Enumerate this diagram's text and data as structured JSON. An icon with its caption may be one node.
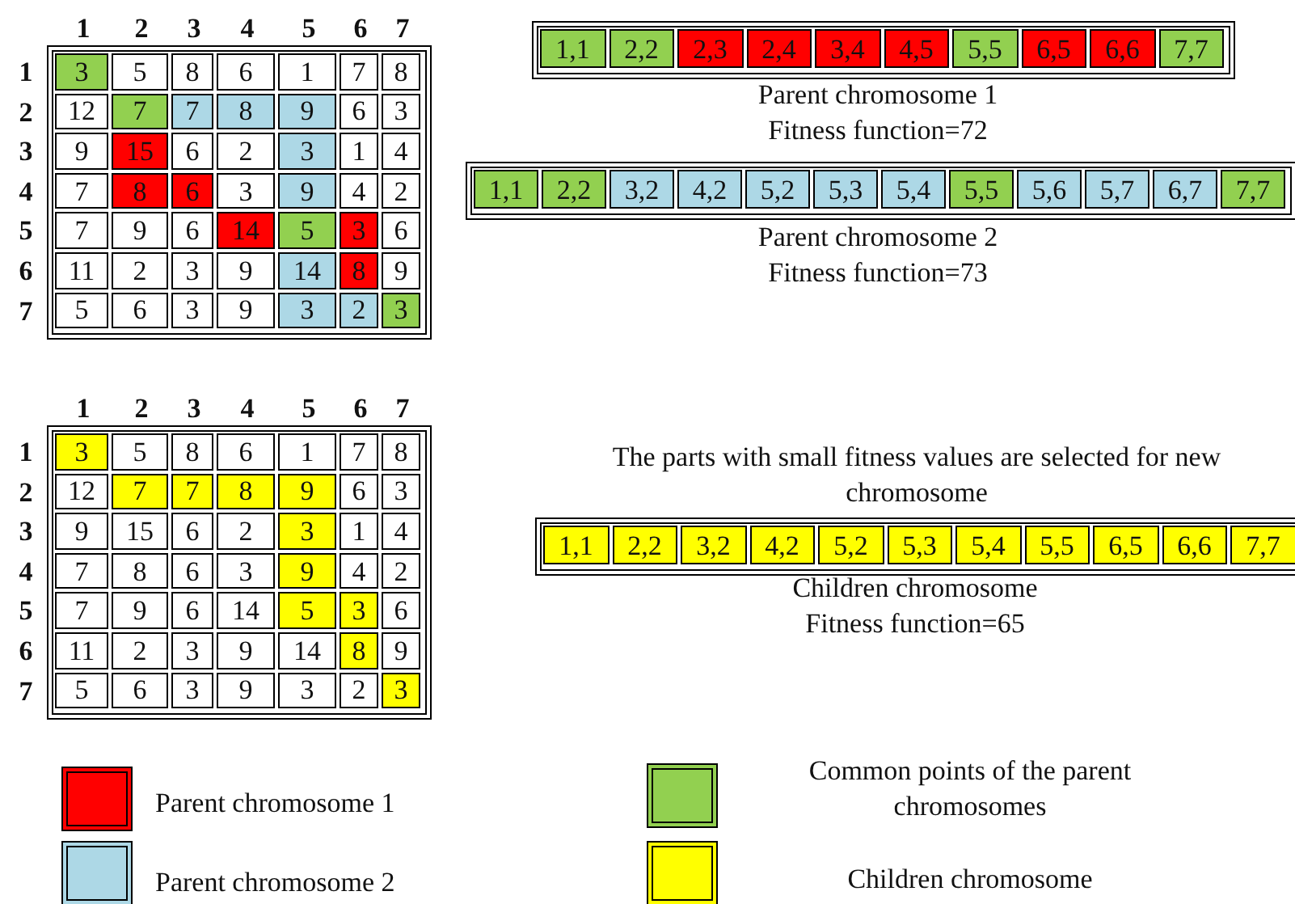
{
  "diagram": {
    "labels": [
      "1",
      "2",
      "3",
      "4",
      "5",
      "6",
      "7",
      "1",
      "3",
      "5",
      "8",
      "6",
      "1",
      "7",
      "8",
      "2",
      "12",
      "7",
      "7",
      "8",
      "9",
      "6",
      "3",
      "3",
      "9",
      "15",
      "6",
      "2",
      "3",
      "1",
      "4",
      "4",
      "7",
      "8",
      "6",
      "3",
      "9",
      "4",
      "2",
      "5",
      "7",
      "9",
      "6",
      "14",
      "5",
      "3",
      "6",
      "6",
      "11",
      "2",
      "3",
      "9",
      "14",
      "8",
      "9",
      "7",
      "5",
      "6",
      "3",
      "9",
      "3",
      "2",
      "3",
      "1,1",
      "2,2",
      "2,3",
      "2,4",
      "3,4",
      "4,5",
      "5,5",
      "6,5",
      "6,6",
      "7,7",
      "Parent chromosome 1",
      "Fitness function=72",
      "1,1",
      "2,2",
      "3,2",
      "4,2",
      "5,2",
      "5,3",
      "5,4",
      "5,5",
      "5,6",
      "5,7",
      "6,7",
      "7,7",
      "Parent chromosome 2",
      "Fitness function=73",
      "1",
      "2",
      "3",
      "4",
      "5",
      "6",
      "7",
      "1",
      "3",
      "5",
      "8",
      "6",
      "1",
      "7",
      "8",
      "2",
      "12",
      "7",
      "7",
      "8",
      "9",
      "6",
      "3",
      "3",
      "9",
      "15",
      "6",
      "2",
      "3",
      "1",
      "4",
      "4",
      "7",
      "8",
      "6",
      "3",
      "9",
      "4",
      "2",
      "5",
      "7",
      "9",
      "6",
      "14",
      "5",
      "3",
      "6",
      "6",
      "11",
      "2",
      "3",
      "9",
      "14",
      "8",
      "9",
      "7",
      "5",
      "6",
      "3",
      "9",
      "3",
      "2",
      "3",
      "The parts with small fitness values are selected for new chromosome",
      "1,1",
      "2,2",
      "3,2",
      "4,2",
      "5,2",
      "5,3",
      "5,4",
      "5,5",
      "6,5",
      "6,6",
      "7,7",
      "Children chromosome",
      "Fitness function=65"
    ],
    "legend": [
      {
        "text": "Parent chromosome 1",
        "color": "#ff0000"
      },
      {
        "text": "Common points of the parent chromosomes",
        "color": "#92d050"
      },
      {
        "text": "Parent chromosome 2",
        "color": "#add8e6"
      },
      {
        "text": "Children chromosome",
        "color": "#ffff00"
      }
    ]
  }
}
